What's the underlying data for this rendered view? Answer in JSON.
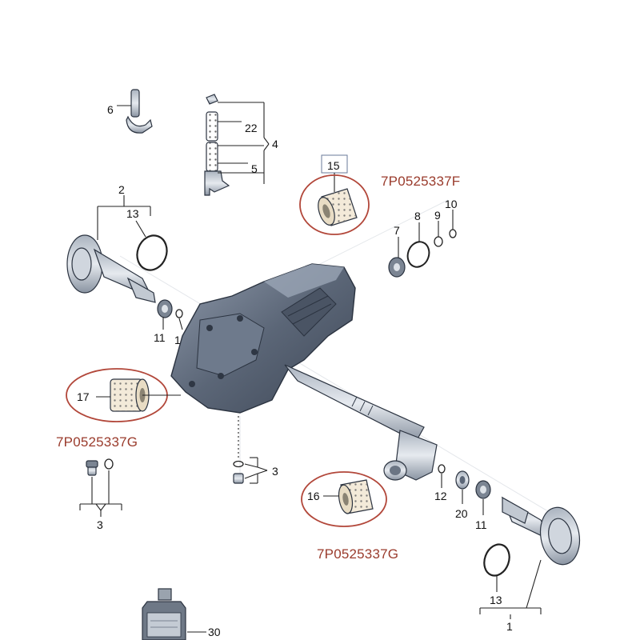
{
  "colors": {
    "highlight": "#b2473a",
    "part_number": "#9a3b2c",
    "housing": "#5b6677",
    "bushing": "#f3ead9"
  },
  "callouts": {
    "n1": "1",
    "n2": "2",
    "n3a": "3",
    "n3b": "3",
    "n4": "4",
    "n5": "5",
    "n6": "6",
    "n7": "7",
    "n8": "8",
    "n9": "9",
    "n10": "10",
    "n11a": "11",
    "n11b": "11",
    "n12a": "12",
    "n12b": "12",
    "n13a": "13",
    "n13b": "13",
    "n15": "15",
    "n16": "16",
    "n17": "17",
    "n20": "20",
    "n22": "22",
    "n30": "30"
  },
  "part_numbers": {
    "bushing_15": "7P0525337F",
    "bushing_17": "7P0525337G",
    "bushing_16": "7P0525337G"
  }
}
